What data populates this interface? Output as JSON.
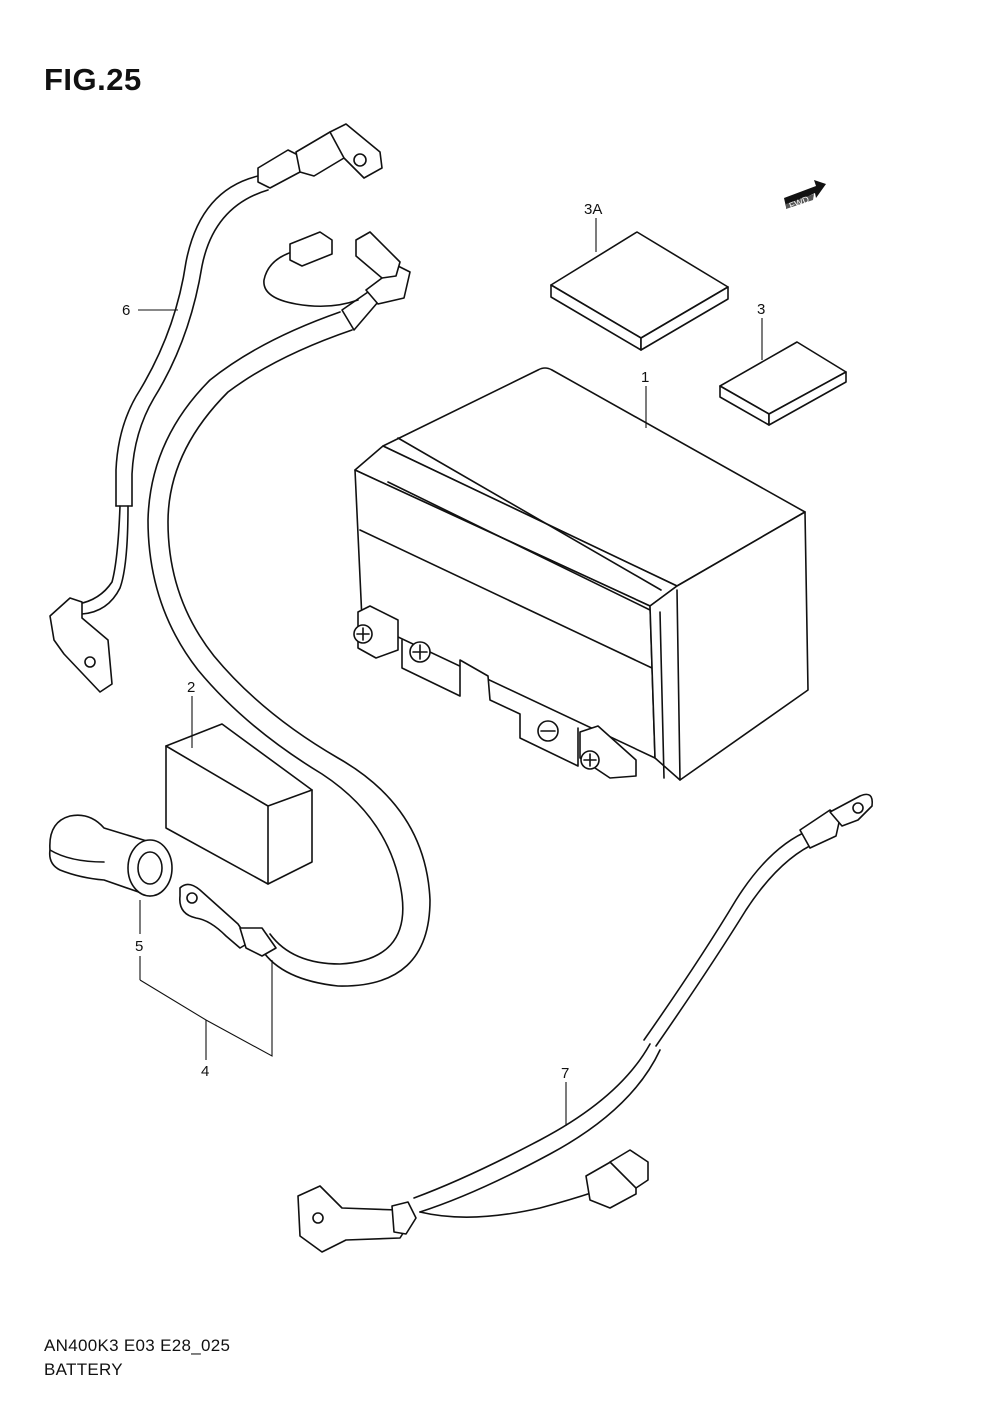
{
  "figure": {
    "title": "FIG.25",
    "direction_tag": "FWD"
  },
  "callouts": [
    {
      "id": "1",
      "label": "1"
    },
    {
      "id": "2",
      "label": "2"
    },
    {
      "id": "3",
      "label": "3"
    },
    {
      "id": "3A",
      "label": "3A"
    },
    {
      "id": "4",
      "label": "4"
    },
    {
      "id": "5",
      "label": "5"
    },
    {
      "id": "6",
      "label": "6"
    },
    {
      "id": "7",
      "label": "7"
    }
  ],
  "footer": {
    "code": "AN400K3 E03 E28_025",
    "caption": "BATTERY"
  }
}
